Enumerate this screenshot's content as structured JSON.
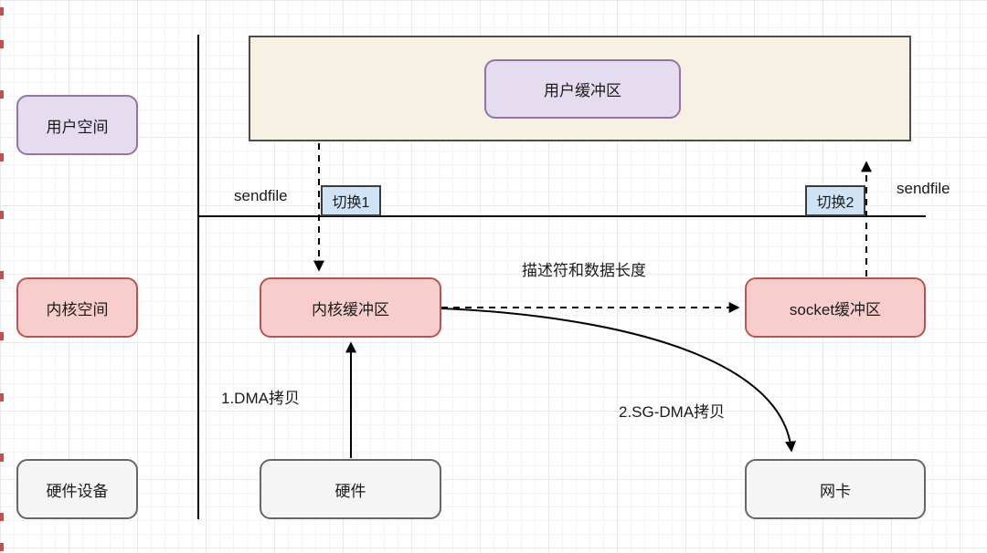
{
  "diagram": {
    "title_context": "sendfile SG-DMA zero-copy flow",
    "lane_labels": {
      "user_space": "用户空间",
      "kernel_space": "内核空间",
      "hardware_device": "硬件设备"
    },
    "nodes": {
      "user_buffer": "用户缓冲区",
      "kernel_buffer": "内核缓冲区",
      "socket_buffer": "socket缓冲区",
      "hardware": "硬件",
      "nic": "网卡",
      "switch1": "切换1",
      "switch2": "切换2"
    },
    "edge_labels": {
      "sendfile_left": "sendfile",
      "sendfile_right": "sendfile",
      "descriptor": "描述符和数据长度",
      "dma_copy": "1.DMA拷贝",
      "sg_dma_copy": "2.SG-DMA拷贝"
    },
    "colors": {
      "purple_fill": "#E6DCF0",
      "purple_border": "#9673A6",
      "red_fill": "#F8CECC",
      "red_border": "#B85450",
      "blue_fill": "#CFE3F7",
      "blue_border": "#3D3D3D",
      "gray_fill": "#F5F5F5",
      "gray_border": "#666666",
      "beige_fill": "#F6F1E3",
      "beige_border": "#4D4D4D",
      "line": "#000000",
      "edge_tick": "#CC4B4B",
      "grid_minor": "#F4F4F4",
      "grid_major": "#E9E9E9"
    }
  }
}
